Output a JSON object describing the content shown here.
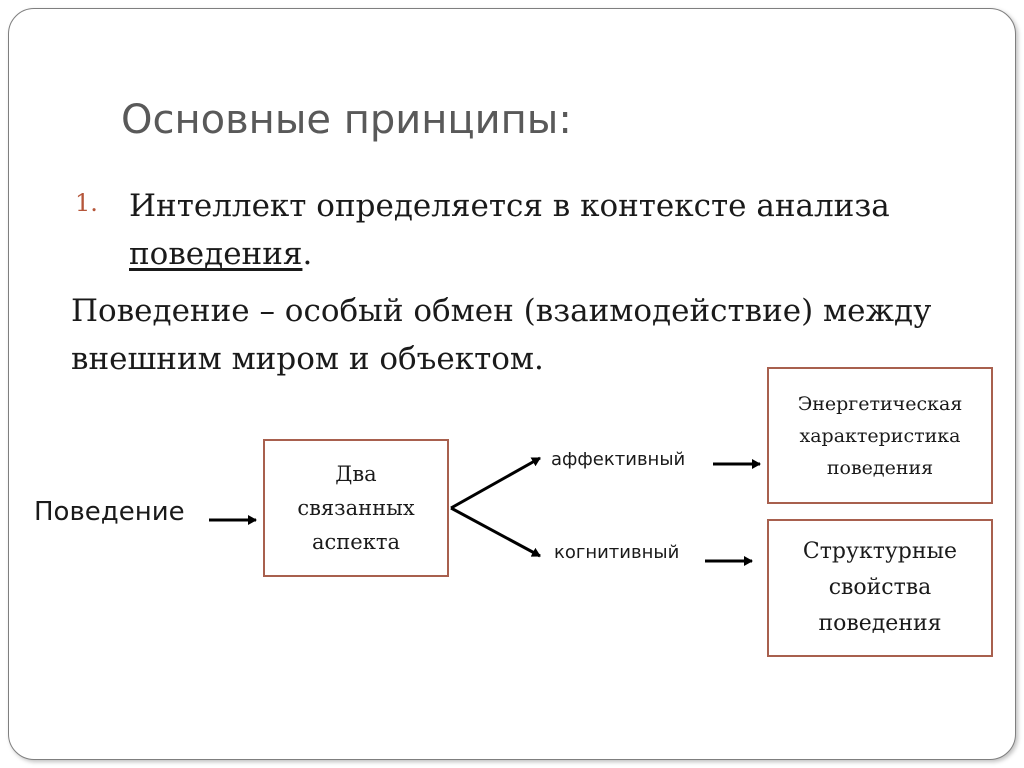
{
  "slide": {
    "title": "Основные принципы:",
    "list_item": {
      "number": "1.",
      "text_before": "Интеллект определяется в контексте анализа ",
      "text_underlined": "поведения",
      "text_after": "."
    },
    "paragraph": "Поведение – особый обмен (взаимодействие) между внешним миром и объектом."
  },
  "diagram": {
    "source_label": "Поведение",
    "center_box": "Два\nсвязанных\nаспекта",
    "branch_top_label": "аффективный",
    "branch_bottom_label": "когнитивный",
    "top_box": "Энергетическая\nхарактеристика\nповедения",
    "bottom_box": "Структурные\nсвойства\nповедения"
  },
  "colors": {
    "accent": "#a8604e",
    "title": "#595959",
    "number": "#b5563a",
    "text": "#1a1a1a"
  }
}
